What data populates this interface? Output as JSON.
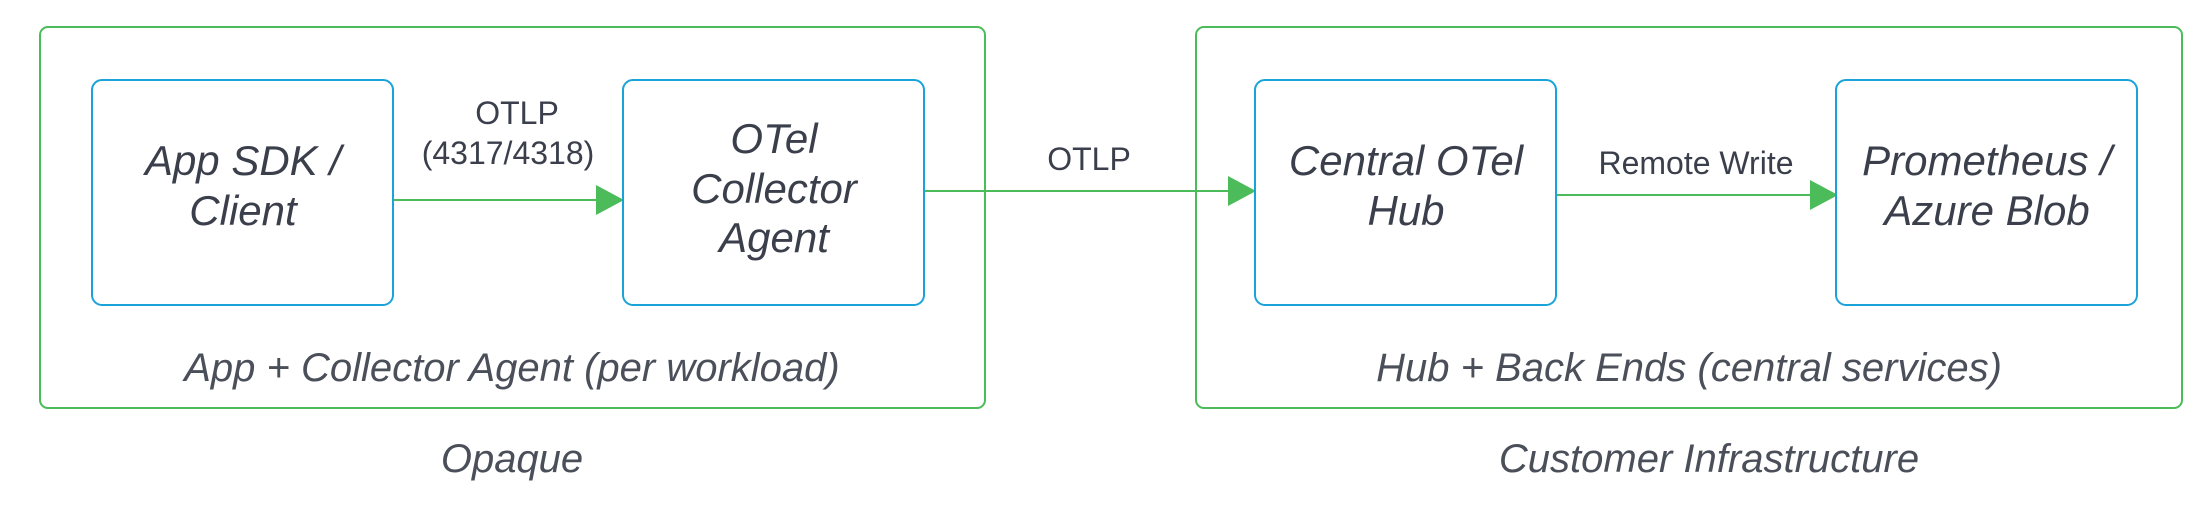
{
  "groups": [
    {
      "caption": "App + Collector Agent (per workload)"
    },
    {
      "caption": "Hub + Back Ends (central services)"
    }
  ],
  "zones": [
    {
      "caption": "Opaque"
    },
    {
      "caption": "Customer Infrastructure"
    }
  ],
  "nodes": [
    {
      "lines": [
        "App SDK /",
        "Client"
      ]
    },
    {
      "lines": [
        "OTel",
        "Collector",
        "Agent"
      ]
    },
    {
      "lines": [
        "Central OTel",
        "Hub"
      ]
    },
    {
      "lines": [
        "Prometheus /",
        "Azure Blob"
      ]
    }
  ],
  "edges": [
    {
      "from": 0,
      "to": 1,
      "label": [
        "OTLP",
        "(4317/4318)"
      ]
    },
    {
      "from": 1,
      "to": 2,
      "label": [
        "OTLP"
      ]
    },
    {
      "from": 2,
      "to": 3,
      "label": [
        "Remote Write"
      ]
    }
  ],
  "colors": {
    "group_border": "#4cbb5a",
    "node_border": "#1aa3d9",
    "arrow": "#4cbb5a",
    "text": "#3a3f4b"
  }
}
